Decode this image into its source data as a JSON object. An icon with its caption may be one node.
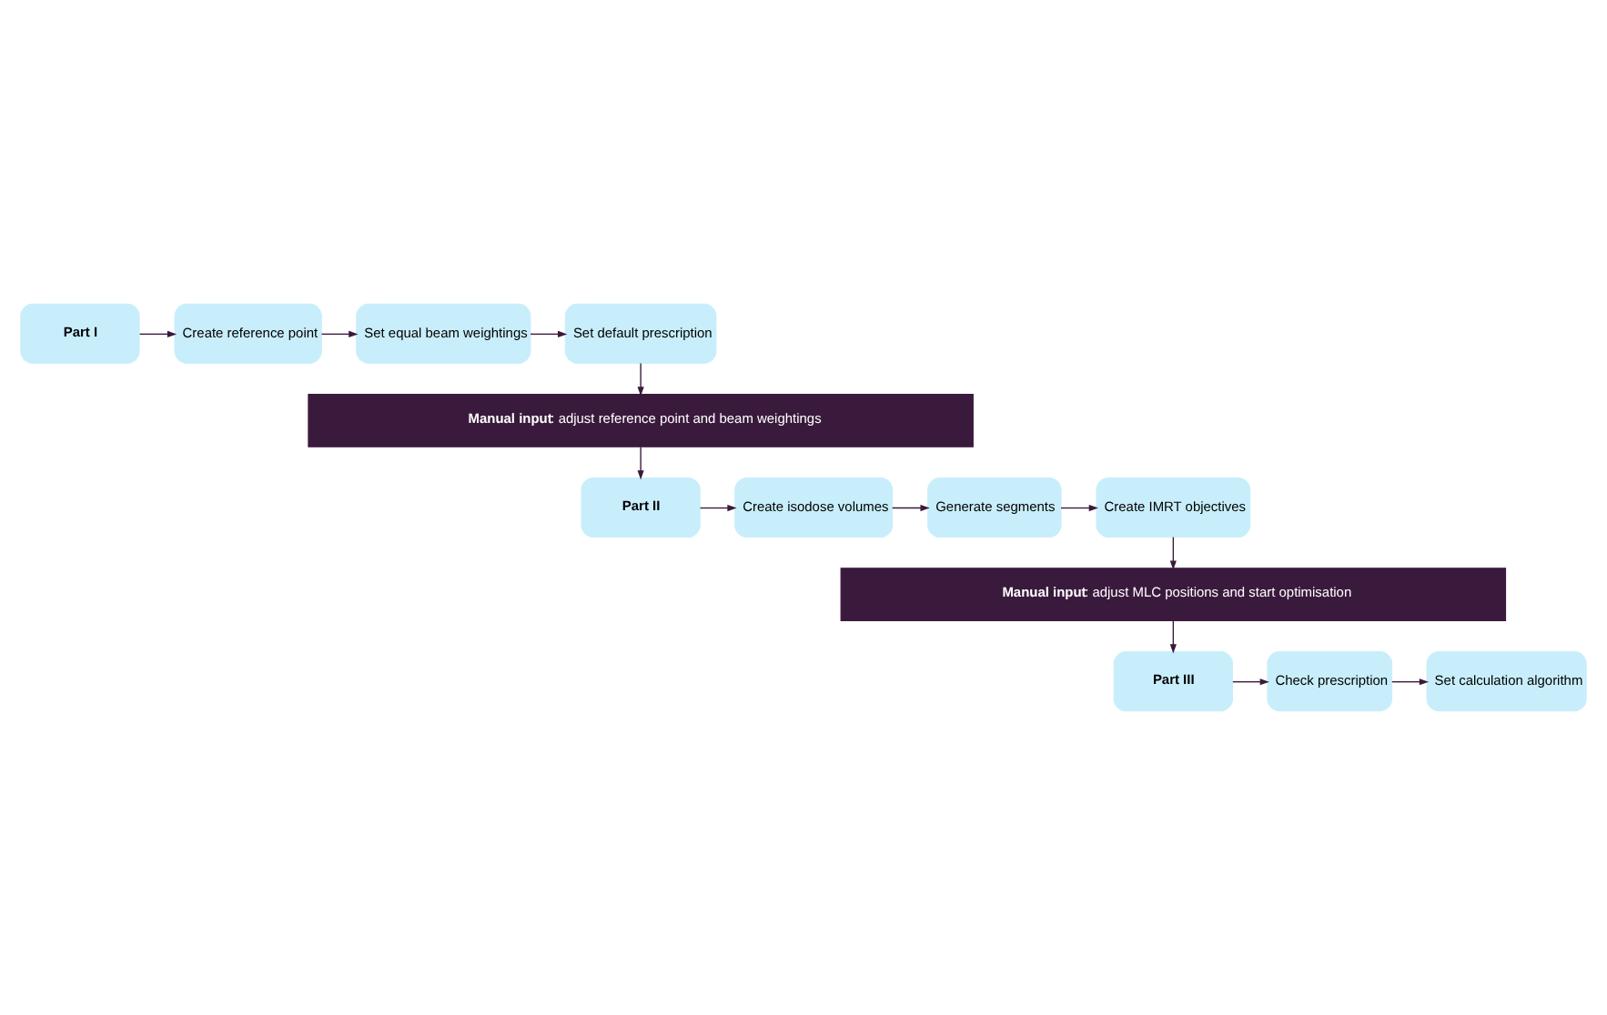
{
  "diagram": {
    "nodes": [
      {
        "text": [
          "Part I"
        ]
      },
      {
        "text": [
          "Create reference point"
        ]
      },
      {
        "text": [
          "Set equal beam weightings"
        ]
      },
      {
        "text": [
          "Set default prescription"
        ]
      },
      {
        "text": [
          "**Manual input**: adjust reference point and beam weightings"
        ]
      },
      {
        "text": [
          "Part II"
        ]
      },
      {
        "text": [
          "Create isodose volumes"
        ]
      },
      {
        "text": [
          "Generate segments"
        ]
      },
      {
        "text": [
          "Create IMRT objectives"
        ]
      },
      {
        "text": [
          "**Manual input**: adjust MLC positions and start optimisation"
        ]
      },
      {
        "text": [
          "Part III"
        ]
      },
      {
        "text": [
          "Check prescription"
        ]
      },
      {
        "text": [
          "Set calculation algorithm"
        ]
      }
    ],
    "edges": [
      {
        "from": 0,
        "to": 1,
        "arrow": "to"
      },
      {
        "from": 1,
        "to": 2,
        "arrow": "to"
      },
      {
        "from": 2,
        "to": 3,
        "arrow": "to"
      },
      {
        "from": 3,
        "to": 4,
        "arrow": "to"
      },
      {
        "from": 4,
        "to": 5,
        "arrow": "to"
      },
      {
        "from": 5,
        "to": 6,
        "arrow": "to"
      },
      {
        "from": 6,
        "to": 7,
        "arrow": "to"
      },
      {
        "from": 7,
        "to": 8,
        "arrow": "to"
      },
      {
        "from": 8,
        "to": 9,
        "arrow": "to"
      },
      {
        "from": 9,
        "to": 10,
        "arrow": "to"
      },
      {
        "from": 10,
        "to": 11,
        "arrow": "to"
      },
      {
        "from": 11,
        "to": 12,
        "arrow": "to"
      }
    ]
  }
}
